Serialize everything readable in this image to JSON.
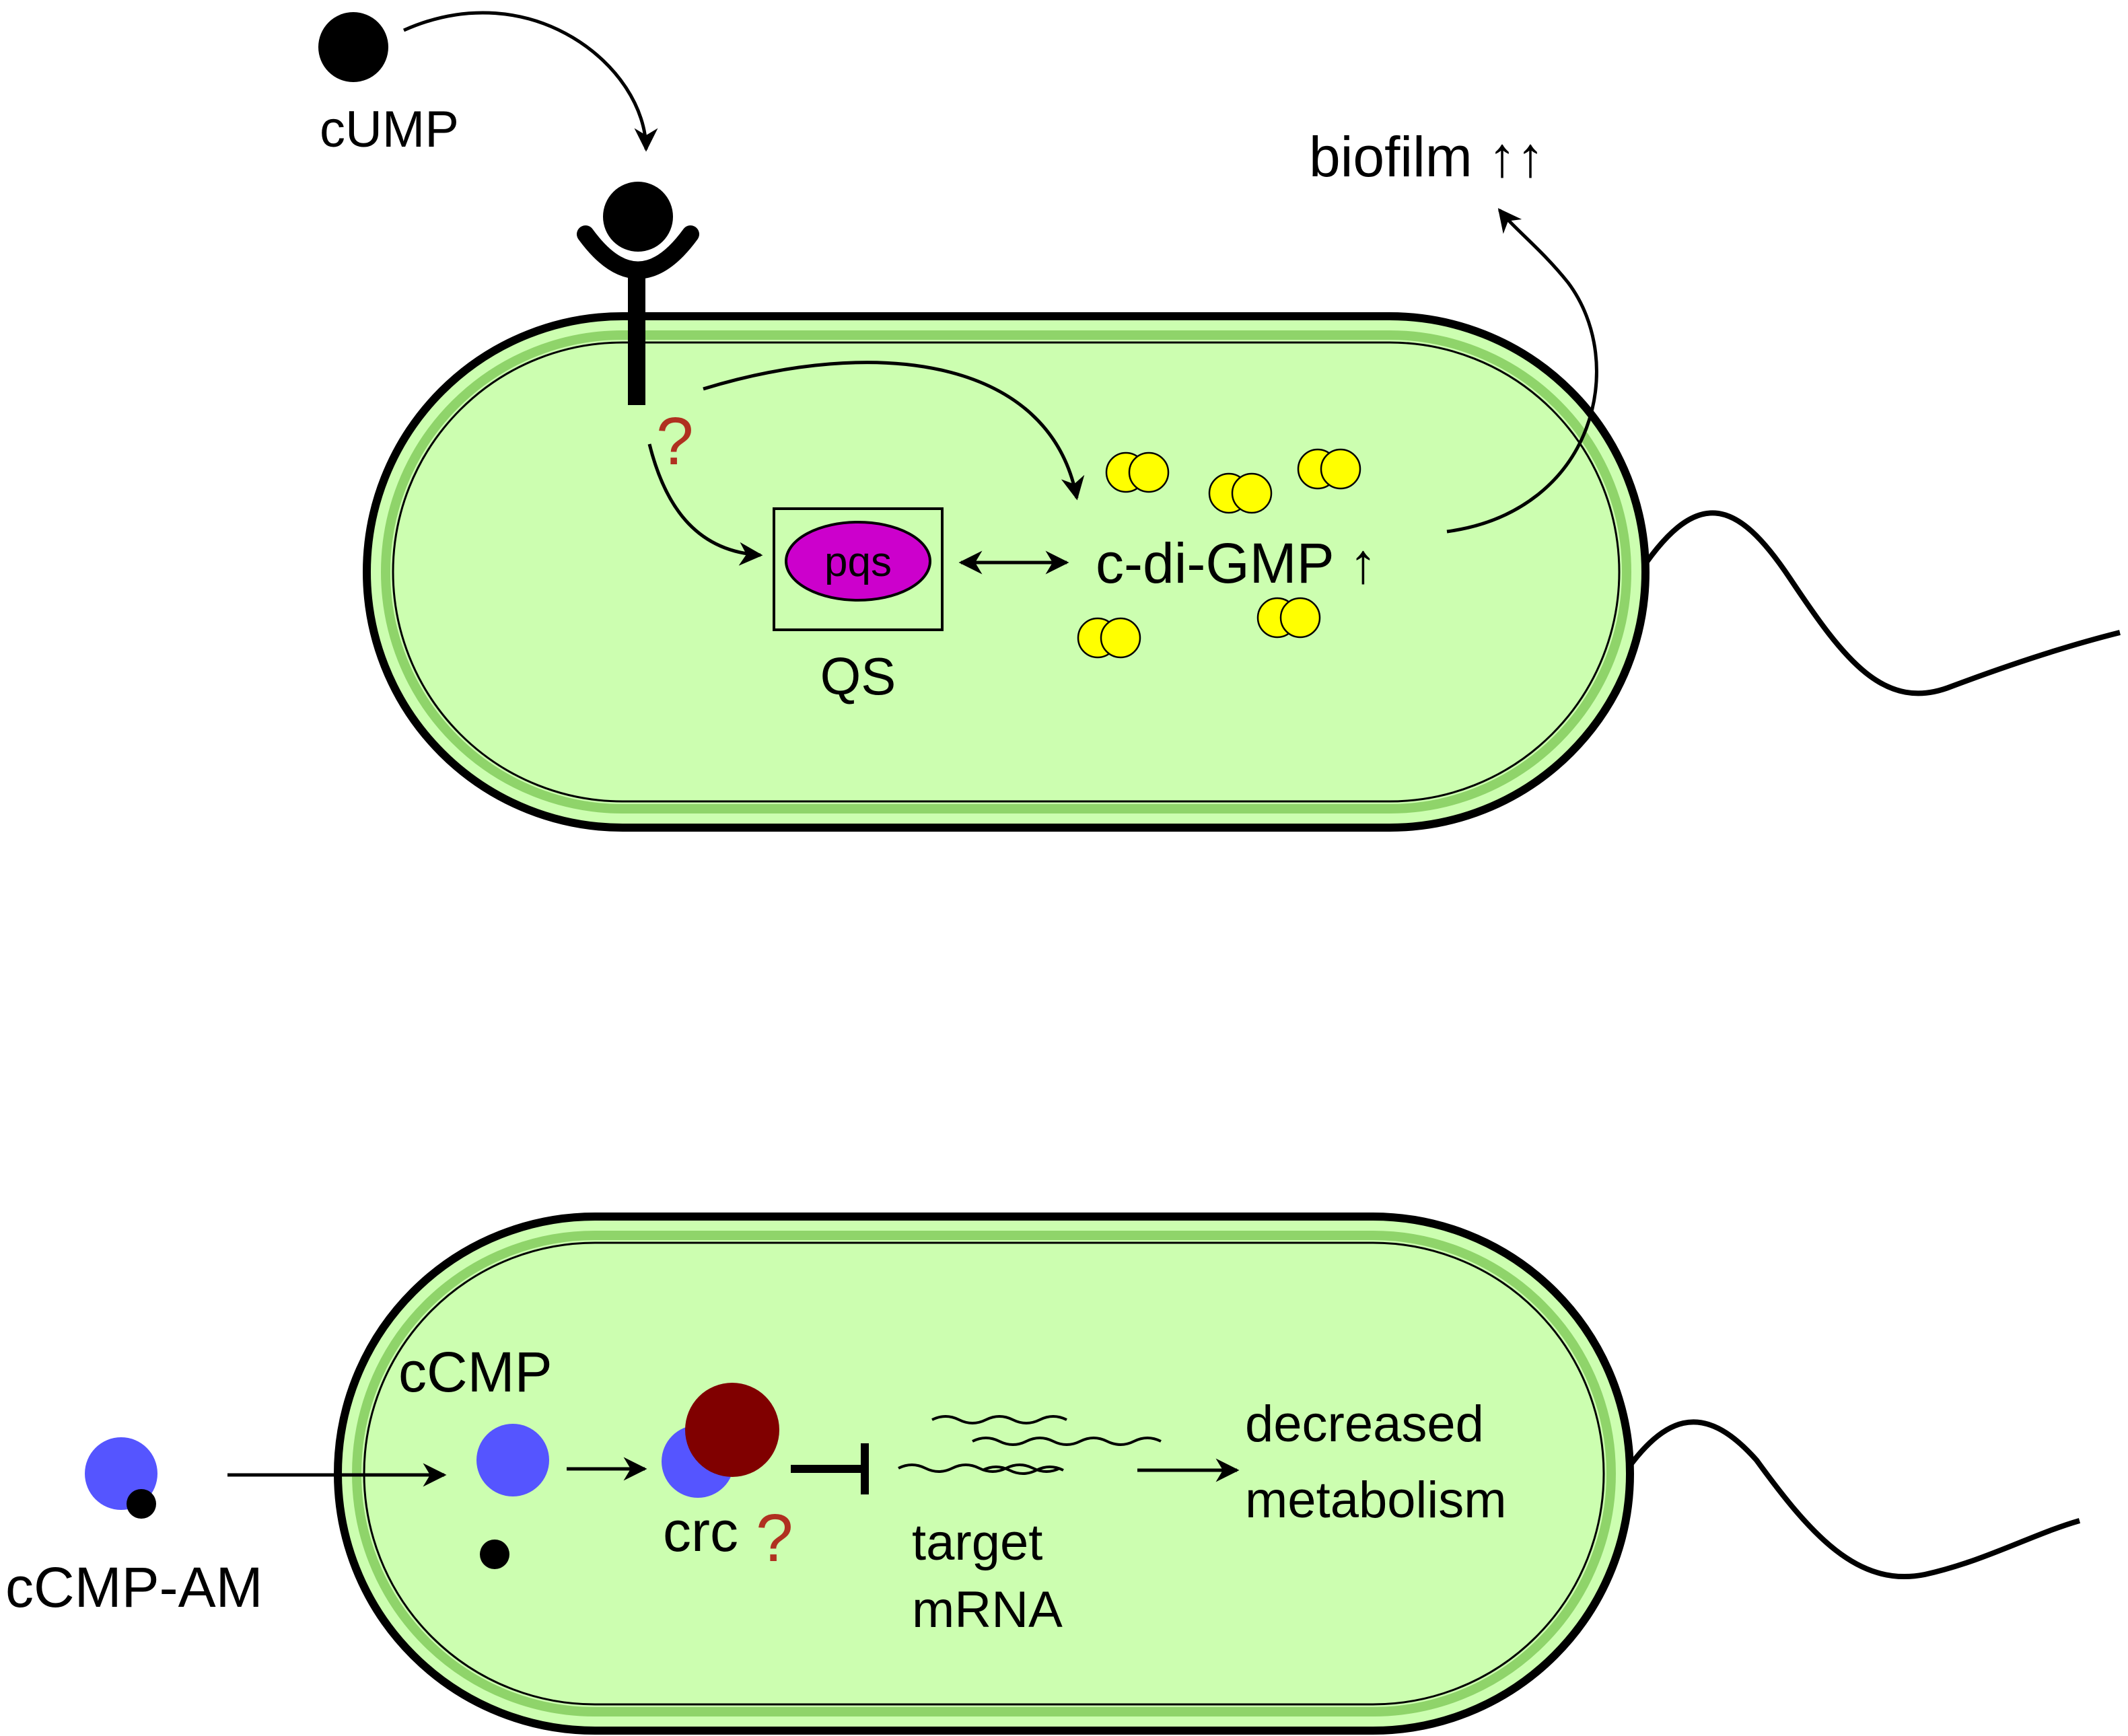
{
  "top_panel": {
    "ligand_label": "cUMP",
    "unknown_mark_receptor": "?",
    "pqs_label": "pqs",
    "qs_label": "QS",
    "cdigmp_label": "c-di-GMP ↑",
    "biofilm_label": "biofilm ↑↑"
  },
  "bottom_panel": {
    "prodrug_label": "cCMP-AM",
    "ccmp_label": "cCMP",
    "crc_label": "crc",
    "unknown_mark_crc": "?",
    "target_label_line1": "target",
    "target_label_line2": "mRNA",
    "outcome_line1": "decreased",
    "outcome_line2": "metabolism"
  },
  "colors": {
    "cell_fill": "#ccfeb0",
    "cell_rim": "#8fd46a",
    "pqs_fill": "#cc00cc",
    "cdigmp_molecule": "#ffff00",
    "ccmp_molecule": "#5555ff",
    "crc_protein": "#800000",
    "question_mark": "#b03020"
  }
}
